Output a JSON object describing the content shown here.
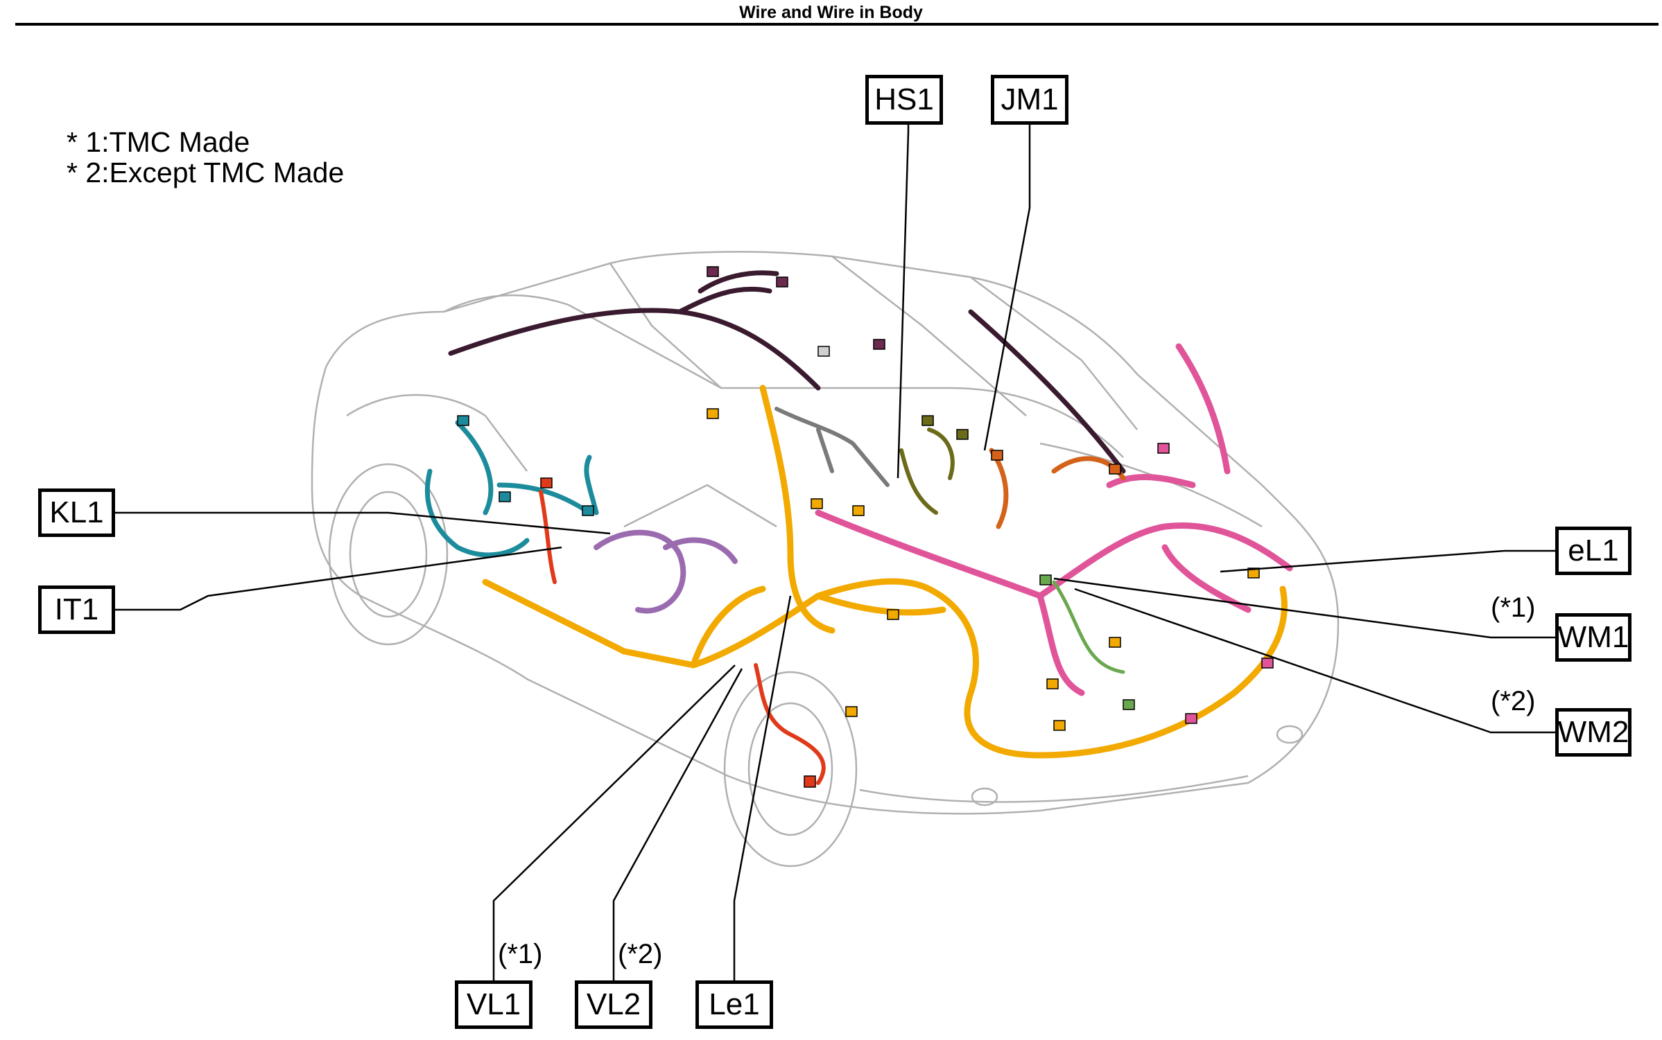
{
  "header": {
    "title": "Wire and Wire in Body"
  },
  "notes": [
    "* 1:TMC Made",
    "* 2:Except TMC Made"
  ],
  "callouts": [
    {
      "id": "HS1",
      "label": "HS1"
    },
    {
      "id": "JM1",
      "label": "JM1"
    },
    {
      "id": "KL1",
      "label": "KL1"
    },
    {
      "id": "IT1",
      "label": "IT1"
    },
    {
      "id": "eL1",
      "label": "eL1"
    },
    {
      "id": "WM1",
      "label": "WM1",
      "variant": "(*1)"
    },
    {
      "id": "WM2",
      "label": "WM2",
      "variant": "(*2)"
    },
    {
      "id": "VL1",
      "label": "VL1",
      "variant": "(*1)"
    },
    {
      "id": "VL2",
      "label": "VL2",
      "variant": "(*2)"
    },
    {
      "id": "Le1",
      "label": "Le1"
    }
  ],
  "harness_colors": {
    "floor": "#f2a900",
    "rear": "#e0559a",
    "roof": "#3a1a2e",
    "front_door": "#1c8c9c",
    "door_trim": "#9b6bb0",
    "front_red": "#e03a1a",
    "center": "#6b6b1a",
    "rear_orange": "#d4621a",
    "body_outline": "#b0b0b0"
  }
}
